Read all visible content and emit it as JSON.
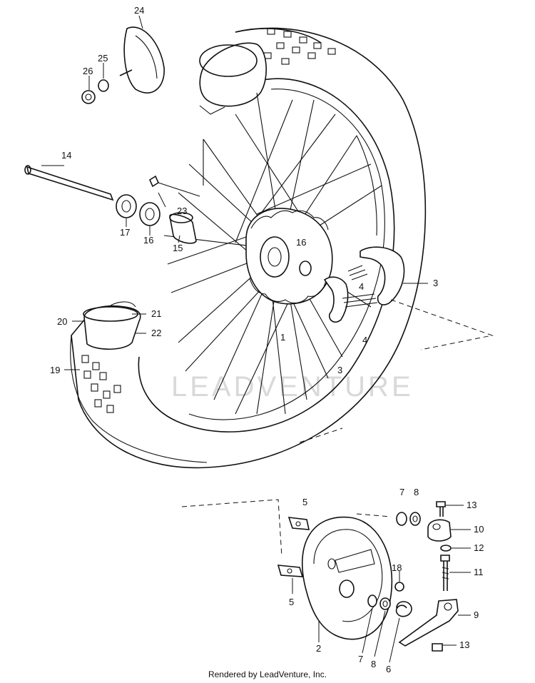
{
  "watermark": "LEADVENTURE",
  "footer": "Rendered by LeadVenture, Inc.",
  "callouts": {
    "c24": "24",
    "c25": "25",
    "c26": "26",
    "c14": "14",
    "c23": "23",
    "c17": "17",
    "c16a": "16",
    "c15": "15",
    "c16b": "16",
    "c3a": "3",
    "c4": "4",
    "c1": "1",
    "c4b": "4",
    "c3b": "3",
    "c20": "20",
    "c21": "21",
    "c22": "22",
    "c19": "19",
    "c5a": "5",
    "c7a": "7",
    "c8a": "8",
    "c13a": "13",
    "c10": "10",
    "c12": "12",
    "c11": "11",
    "c18": "18",
    "c5b": "5",
    "c9": "9",
    "c2": "2",
    "c7b": "7",
    "c8b": "8",
    "c6": "6",
    "c13b": "13"
  }
}
